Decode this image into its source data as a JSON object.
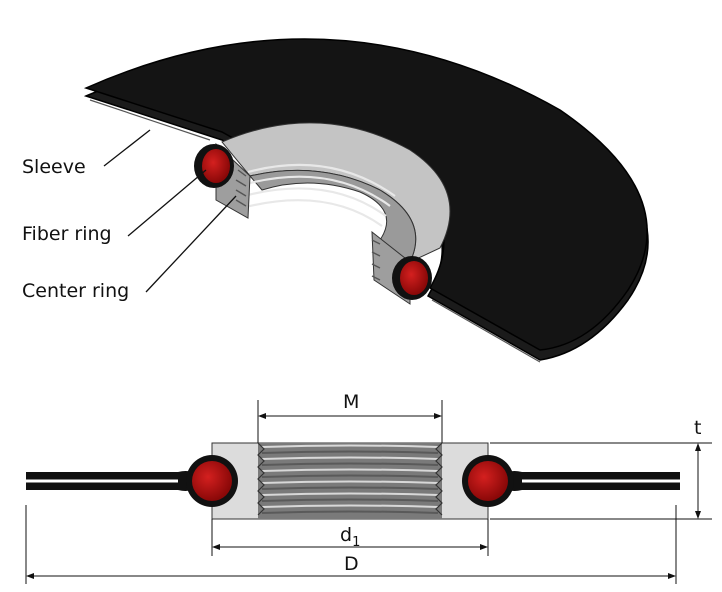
{
  "callouts": {
    "sleeve": "Sleeve",
    "fiber_ring": "Fiber ring",
    "center_ring": "Center ring"
  },
  "dimensions": {
    "M": "M",
    "t": "t",
    "d": "d",
    "d_sub": "1",
    "D": "D"
  },
  "colors": {
    "sleeve": "#111111",
    "center_ring": "#b8b8b8",
    "fiber_ring": "#b30f10",
    "line": "#111111"
  }
}
